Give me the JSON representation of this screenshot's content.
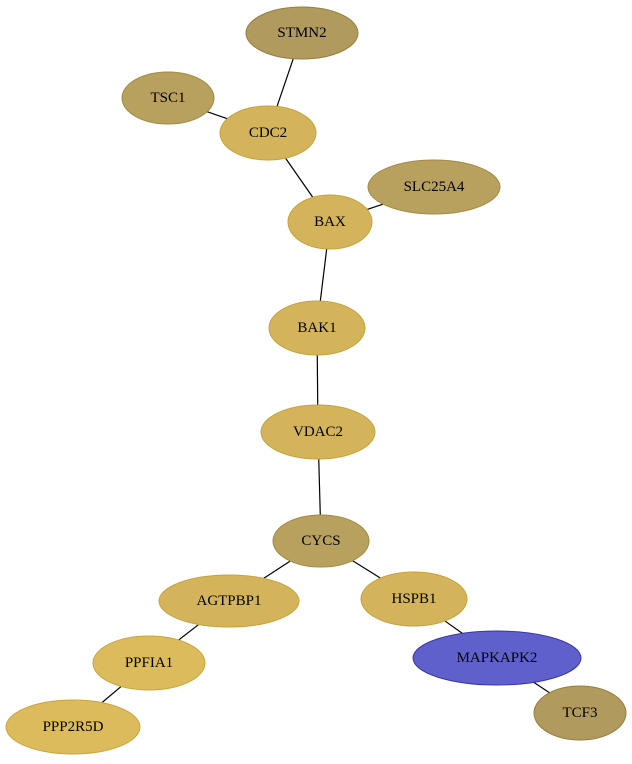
{
  "colors": {
    "gold": "#d4b45a",
    "gold_stroke": "#c6a23c",
    "olive": "#b8a05e",
    "olive_stroke": "#a38a45",
    "bright": "#dcbb5c",
    "bright_stroke": "#c9a53d",
    "dark": "#b09a5e",
    "dark_stroke": "#957f40",
    "blue": "#6060cc",
    "blue_stroke": "#3636a8"
  },
  "nodes": [
    {
      "id": "STMN2",
      "label": "STMN2",
      "color": "dark"
    },
    {
      "id": "TSC1",
      "label": "TSC1",
      "color": "olive"
    },
    {
      "id": "CDC2",
      "label": "CDC2",
      "color": "gold"
    },
    {
      "id": "SLC25A4",
      "label": "SLC25A4",
      "color": "olive"
    },
    {
      "id": "BAX",
      "label": "BAX",
      "color": "gold"
    },
    {
      "id": "BAK1",
      "label": "BAK1",
      "color": "gold"
    },
    {
      "id": "VDAC2",
      "label": "VDAC2",
      "color": "gold"
    },
    {
      "id": "CYCS",
      "label": "CYCS",
      "color": "olive"
    },
    {
      "id": "AGTPBP1",
      "label": "AGTPBP1",
      "color": "gold"
    },
    {
      "id": "HSPB1",
      "label": "HSPB1",
      "color": "gold"
    },
    {
      "id": "PPFIA1",
      "label": "PPFIA1",
      "color": "bright"
    },
    {
      "id": "MAPKAPK2",
      "label": "MAPKAPK2",
      "color": "blue"
    },
    {
      "id": "PPP2R5D",
      "label": "PPP2R5D",
      "color": "bright"
    },
    {
      "id": "TCF3",
      "label": "TCF3",
      "color": "dark"
    }
  ],
  "edges": [
    [
      "STMN2",
      "CDC2"
    ],
    [
      "TSC1",
      "CDC2"
    ],
    [
      "CDC2",
      "BAX"
    ],
    [
      "SLC25A4",
      "BAX"
    ],
    [
      "BAX",
      "BAK1"
    ],
    [
      "BAK1",
      "VDAC2"
    ],
    [
      "VDAC2",
      "CYCS"
    ],
    [
      "CYCS",
      "AGTPBP1"
    ],
    [
      "CYCS",
      "HSPB1"
    ],
    [
      "AGTPBP1",
      "PPFIA1"
    ],
    [
      "PPFIA1",
      "PPP2R5D"
    ],
    [
      "HSPB1",
      "MAPKAPK2"
    ],
    [
      "MAPKAPK2",
      "TCF3"
    ]
  ]
}
